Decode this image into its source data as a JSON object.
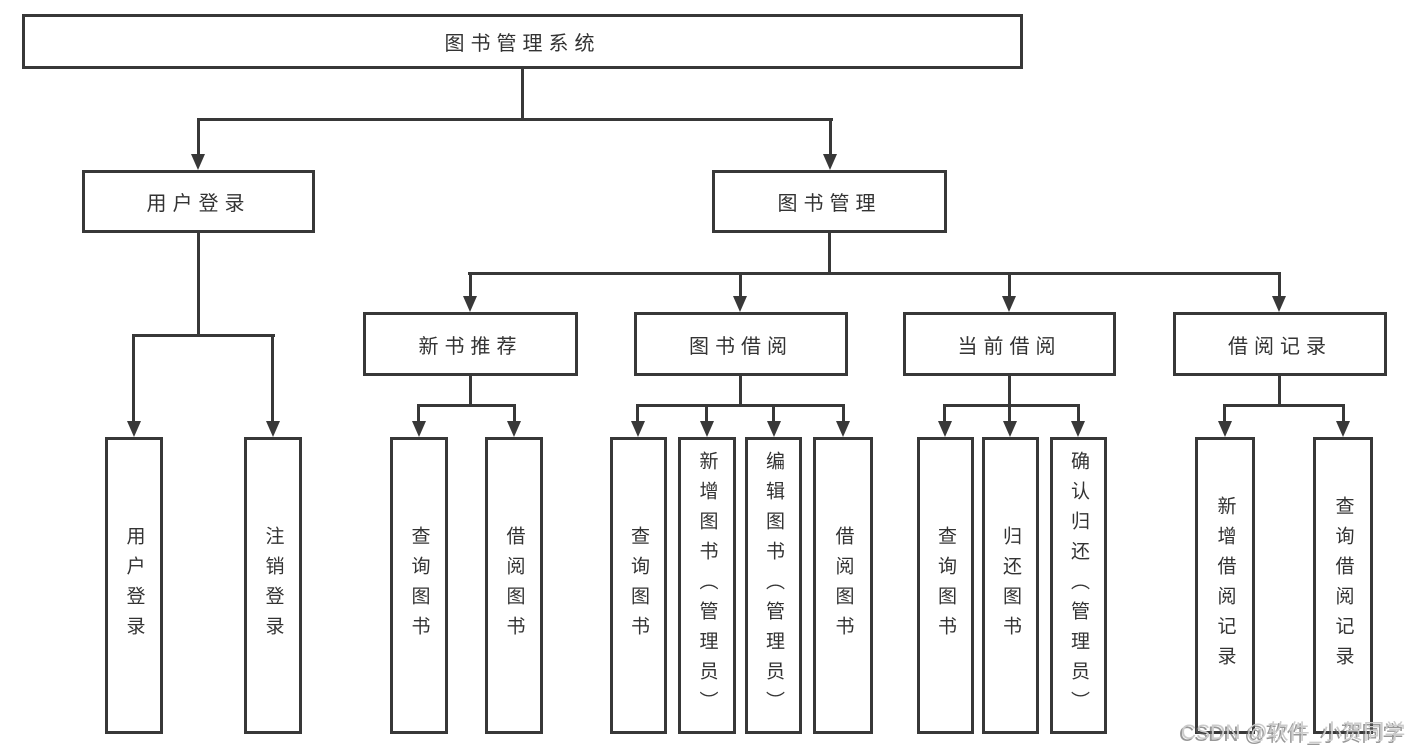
{
  "diagram_type": "hierarchy",
  "colors": {
    "background": "#ffffff",
    "line": "#383838",
    "box_fill": "#ffffff",
    "text": "#333333",
    "watermark_text": "#cbcbcb"
  },
  "tree": {
    "label": "图书管理系统",
    "children": [
      {
        "label": "用户登录",
        "children": [
          {
            "label": "用户登录"
          },
          {
            "label": "注销登录"
          }
        ]
      },
      {
        "label": "图书管理",
        "children": [
          {
            "label": "新书推荐",
            "children": [
              {
                "label": "查询图书"
              },
              {
                "label": "借阅图书"
              }
            ]
          },
          {
            "label": "图书借阅",
            "children": [
              {
                "label": "查询图书"
              },
              {
                "label": "新增图书（管理员）"
              },
              {
                "label": "编辑图书（管理员）"
              },
              {
                "label": "借阅图书"
              }
            ]
          },
          {
            "label": "当前借阅",
            "children": [
              {
                "label": "查询图书"
              },
              {
                "label": "归还图书"
              },
              {
                "label": "确认归还（管理员）"
              }
            ]
          },
          {
            "label": "借阅记录",
            "children": [
              {
                "label": "新增借阅记录"
              },
              {
                "label": "查询借阅记录"
              }
            ]
          }
        ]
      }
    ]
  },
  "watermark": "CSDN @软件_小贺同学"
}
